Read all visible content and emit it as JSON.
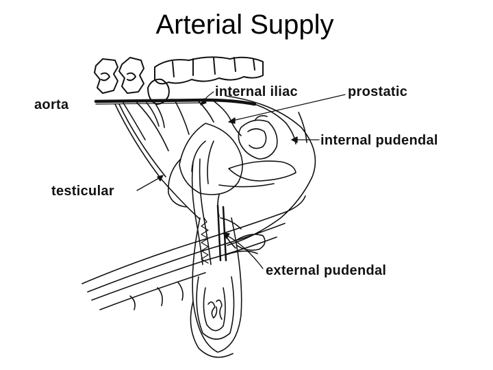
{
  "title": "Arterial Supply",
  "labels": {
    "aorta": "aorta",
    "internal_iliac": "internal iliac",
    "prostatic": "prostatic",
    "internal_pudendal": "internal pudendal",
    "testicular": "testicular",
    "external_pudendal": "external pudendal"
  },
  "colors": {
    "ink": "#111111",
    "background": "#ffffff"
  }
}
